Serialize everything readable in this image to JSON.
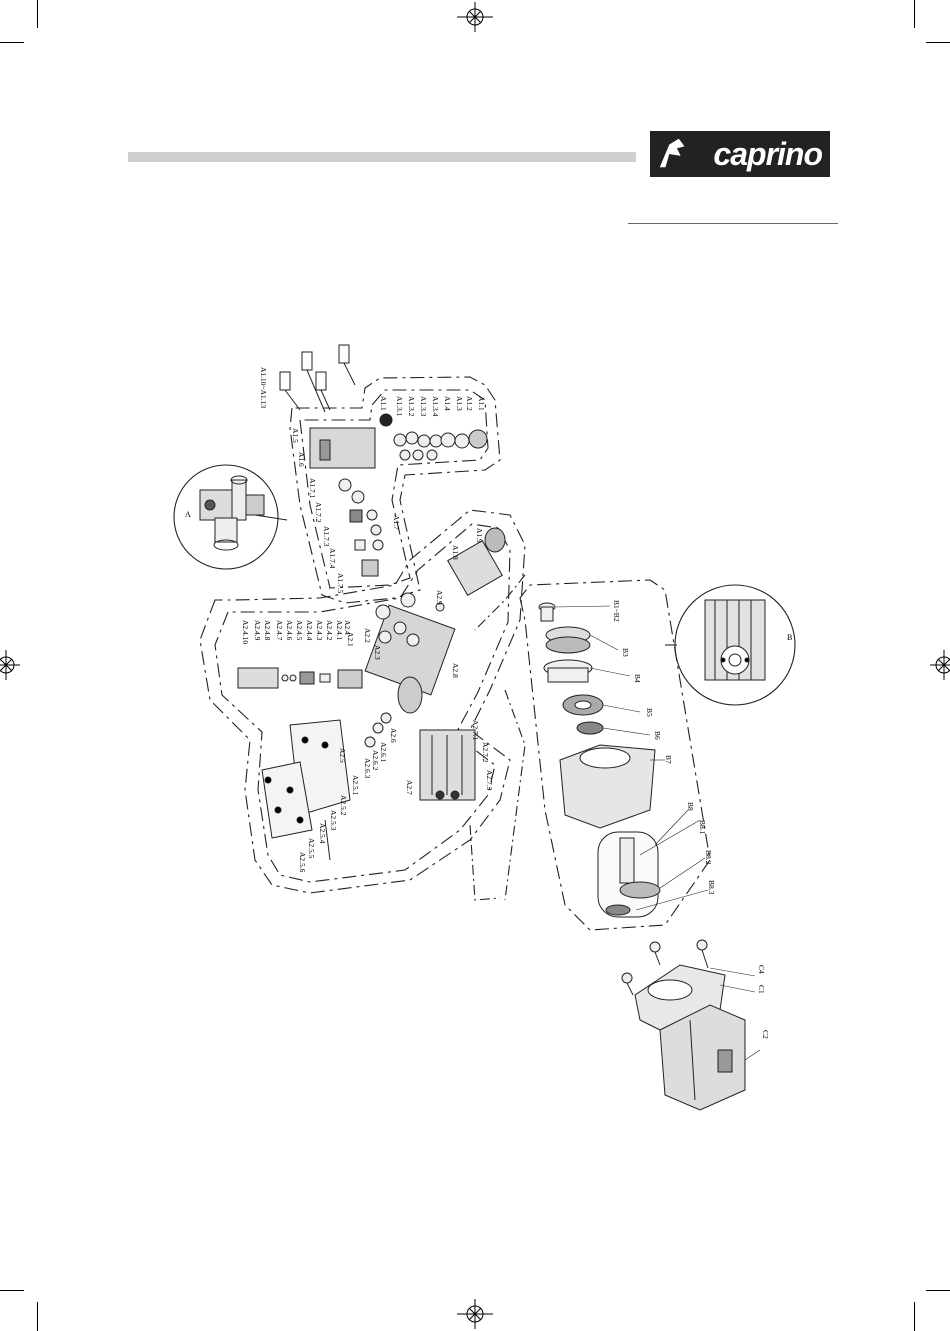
{
  "brand": {
    "logo_text": "caprino"
  },
  "circle_labels": {
    "a": "A",
    "b": "B"
  },
  "labels_top_group": [
    "A1.1",
    "A1.2",
    "A1.3",
    "A1.3.1",
    "A1.3.2",
    "A1.3.3",
    "A1.3.4",
    "A1.4",
    "A1.5",
    "A1.6",
    "A1.7",
    "A1.7.1",
    "A1.7.2",
    "A1.7.3",
    "A1.7.4",
    "A1.7.5",
    "A1.8",
    "A1.9"
  ],
  "labels_mid_group": [
    "A2.1",
    "A2.2",
    "A2.3",
    "A2.4",
    "A2.4.1",
    "A2.4.2",
    "A2.4.3",
    "A2.4.4",
    "A2.4.5",
    "A2.4.6",
    "A2.4.7",
    "A2.4.8",
    "A2.4.9",
    "A2.4.10",
    "A2.6",
    "A2.6.1",
    "A2.6.2",
    "A2.6.3",
    "A2.7",
    "A2.7.1",
    "A2.7.2",
    "A2.7.3",
    "A2.8",
    "A2.9"
  ],
  "labels_bottom_left": [
    "A2.5",
    "A2.5.1",
    "A2.5.2",
    "A2.5.3",
    "A2.5.4",
    "A2.5.5",
    "A2.5.6"
  ],
  "labels_top_pipes": "A1.10~A1.13",
  "labels_b_group": [
    {
      "id": "b1",
      "text": "B1~B2"
    },
    {
      "id": "b3",
      "text": "B3"
    },
    {
      "id": "b4",
      "text": "B4"
    },
    {
      "id": "b5",
      "text": "B5"
    },
    {
      "id": "b6",
      "text": "B6"
    },
    {
      "id": "b7",
      "text": "B7"
    },
    {
      "id": "b8",
      "text": "B8"
    },
    {
      "id": "b81",
      "text": "B8.1"
    },
    {
      "id": "b82",
      "text": "B8.2"
    },
    {
      "id": "b83",
      "text": "B8.3"
    }
  ],
  "labels_c_group": [
    {
      "id": "c4",
      "text": "C4"
    },
    {
      "id": "c1",
      "text": "C1"
    },
    {
      "id": "c2",
      "text": "C2"
    }
  ]
}
